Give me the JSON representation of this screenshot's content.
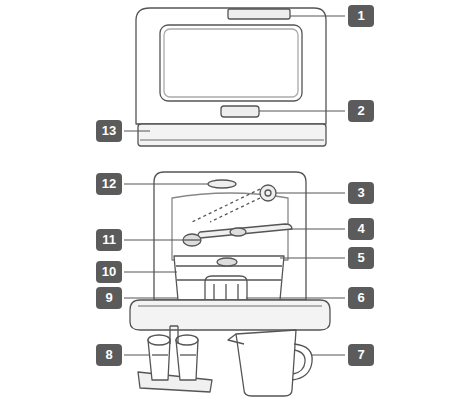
{
  "diagram": {
    "labels": [
      "1",
      "2",
      "13",
      "12",
      "3",
      "11",
      "4",
      "5",
      "10",
      "9",
      "6",
      "8",
      "7"
    ]
  }
}
